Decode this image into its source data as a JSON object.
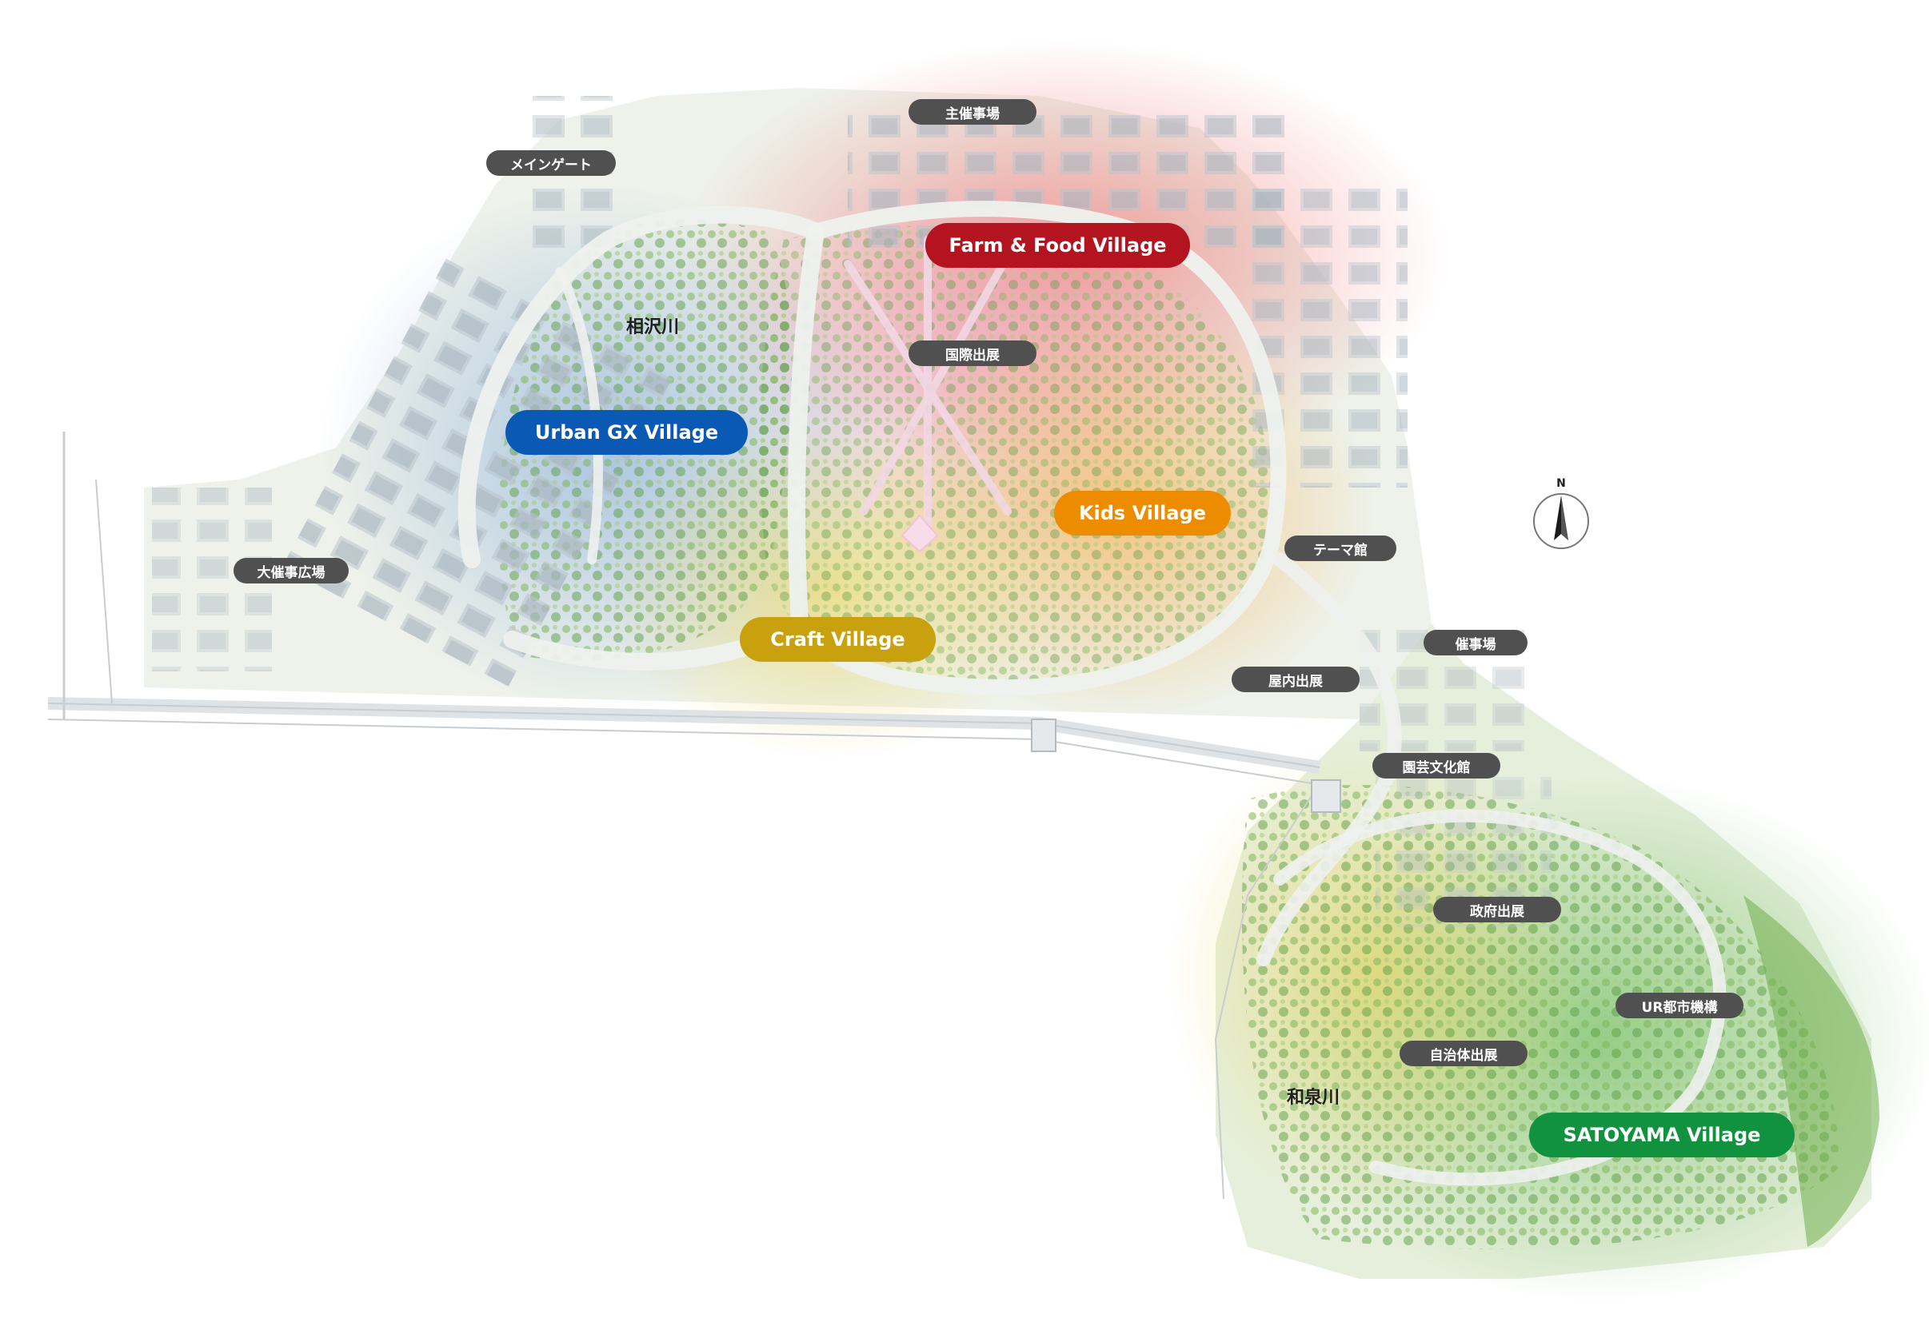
{
  "villages": [
    {
      "id": "farm-food",
      "label": "Farm & Food Village",
      "color": "#b3141f"
    },
    {
      "id": "urban-gx",
      "label": "Urban GX Village",
      "color": "#0a5ab5"
    },
    {
      "id": "kids",
      "label": "Kids Village",
      "color": "#ee8c00"
    },
    {
      "id": "craft",
      "label": "Craft Village",
      "color": "#c9a10e"
    },
    {
      "id": "satoyama",
      "label": "SATOYAMA Village",
      "color": "#11923f"
    }
  ],
  "facilities": [
    {
      "id": "organizer-events",
      "label": "主催事場"
    },
    {
      "id": "main-gate",
      "label": "メインゲート"
    },
    {
      "id": "international",
      "label": "国際出展"
    },
    {
      "id": "large-event-plaza",
      "label": "大催事広場"
    },
    {
      "id": "theme-pavilion",
      "label": "テーマ館"
    },
    {
      "id": "event-venue",
      "label": "催事場"
    },
    {
      "id": "indoor-exhibit",
      "label": "屋内出展"
    },
    {
      "id": "horticulture-hall",
      "label": "園芸文化館"
    },
    {
      "id": "government",
      "label": "政府出展"
    },
    {
      "id": "ur-agency",
      "label": "UR都市機構"
    },
    {
      "id": "municipal",
      "label": "自治体出展"
    }
  ],
  "rivers": [
    {
      "id": "aizawa",
      "label": "相沢川"
    },
    {
      "id": "izumi",
      "label": "和泉川"
    }
  ],
  "compass": {
    "label": "N"
  },
  "colors": {
    "greenery": "#9cc76f",
    "path": "#eef1ee",
    "facility_pill": "#505050"
  }
}
